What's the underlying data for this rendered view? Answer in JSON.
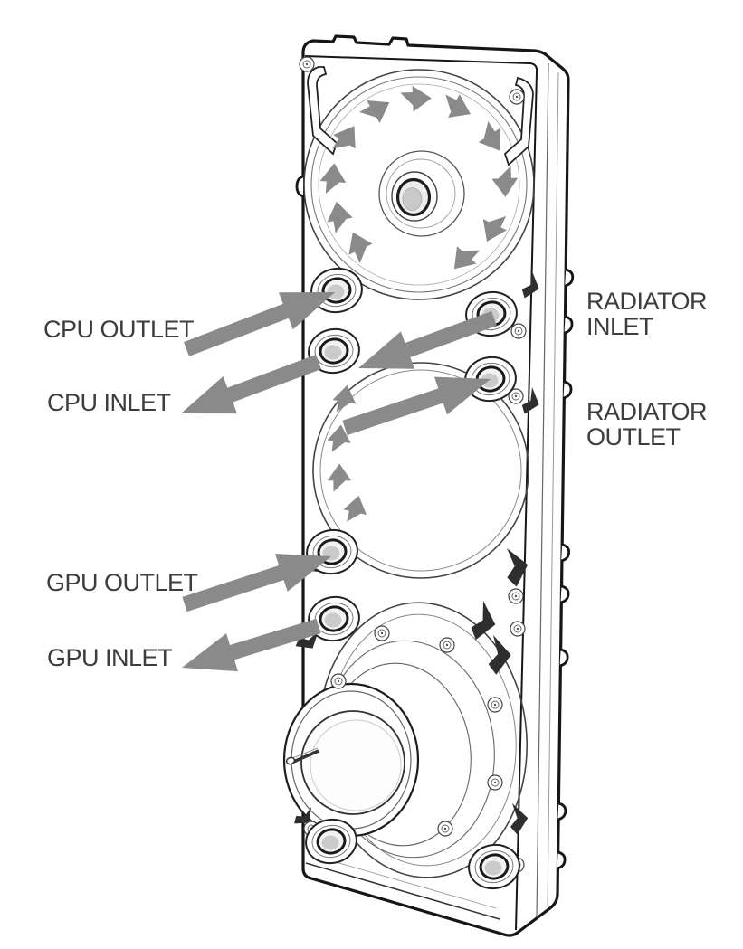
{
  "diagram": {
    "type": "technical-illustration",
    "subject": "Liquid cooling radiator with integrated pump and distribution ports",
    "background_color": "#ffffff",
    "line_color": "#1d1d1d",
    "arrow_color": "#8a8a8a",
    "label_color": "#3d3d3d"
  },
  "labels": [
    {
      "id": "cpu-outlet",
      "text": "CPU OUTLET",
      "side": "left"
    },
    {
      "id": "cpu-inlet",
      "text": "CPU INLET",
      "side": "left"
    },
    {
      "id": "radiator-inlet",
      "text": "RADIATOR INLET",
      "side": "right"
    },
    {
      "id": "radiator-outlet",
      "text": "RADIATOR OUTLET",
      "side": "right"
    },
    {
      "id": "gpu-outlet",
      "text": "GPU OUTLET",
      "side": "left"
    },
    {
      "id": "gpu-inlet",
      "text": "GPU INLET",
      "side": "left"
    }
  ],
  "icons": [
    {
      "name": "rotation-arrows-top",
      "meaning": "clockwise coolant rotation in top fan chamber"
    },
    {
      "name": "flow-arrows-middle",
      "meaning": "upward coolant flow along left side of middle chamber"
    },
    {
      "name": "pointer-arrow",
      "meaning": "points between a label and its port fitting"
    }
  ]
}
